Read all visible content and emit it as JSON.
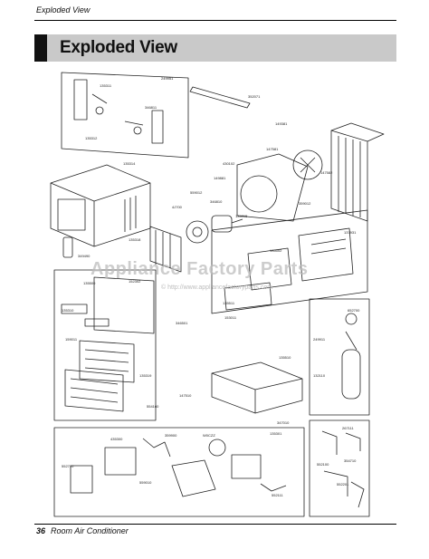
{
  "header": {
    "running_head": "Exploded View",
    "title": "Exploded View"
  },
  "footer": {
    "page_number": "36",
    "text": "Room Air Conditioner"
  },
  "watermark": {
    "text": "Appliance Factory Parts",
    "url": "© http://www.appliancefactoryparts.com"
  },
  "part_labels": {
    "p1": "135311",
    "p2": "249951",
    "p3": "352071",
    "p4": "149381",
    "p5": "135312",
    "p6": "346811",
    "p7": "147581",
    "p8": "430102",
    "p9": "149881",
    "p10": "147582",
    "p11": "135314",
    "p12": "559012",
    "p13": "346810",
    "p14": "135315",
    "p15": "359012",
    "p16": "4J700",
    "p17": "135318",
    "p18": "349490",
    "p19": "135502",
    "p20": "137931",
    "p21": "135511",
    "p22": "153011",
    "p23": "135500",
    "p24": "152302",
    "p25": "135310",
    "p26": "346501",
    "p27": "159011",
    "p28": "135319",
    "p29": "554160",
    "p30": "147510",
    "p31": "135510",
    "p32": "347010",
    "p33": "249911",
    "p34": "132110",
    "p35": "652700",
    "p36": "W0CZZ",
    "p37": "359900",
    "p38": "435300",
    "p39": "552710",
    "p40": "559010",
    "p41": "552111",
    "p42": "267111",
    "p43": "354710",
    "p44": "552100",
    "p45": "552201",
    "p46": "135301"
  }
}
